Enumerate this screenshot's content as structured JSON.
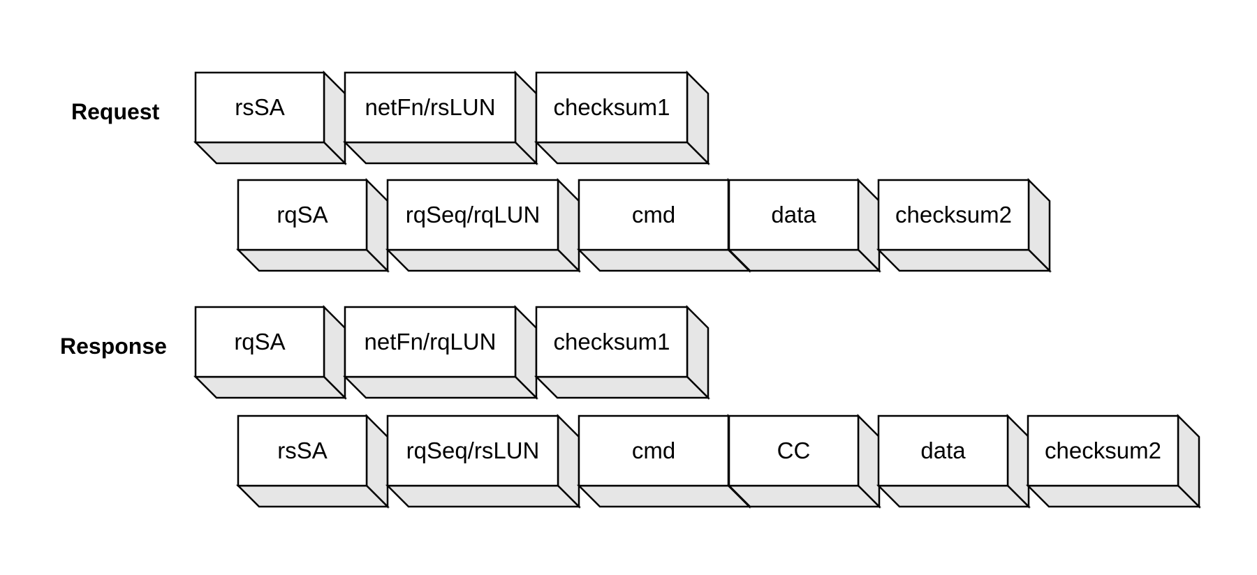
{
  "labels": {
    "request": "Request",
    "response": "Response"
  },
  "rows": [
    {
      "id": "request-row-1",
      "cells": [
        "rsSA",
        "netFn/rsLUN",
        "checksum1"
      ]
    },
    {
      "id": "request-row-2",
      "cells": [
        "rqSA",
        "rqSeq/rqLUN",
        "cmd",
        "data",
        "checksum2"
      ]
    },
    {
      "id": "response-row-1",
      "cells": [
        "rqSA",
        "netFn/rqLUN",
        "checksum1"
      ]
    },
    {
      "id": "response-row-2",
      "cells": [
        "rsSA",
        "rqSeq/rsLUN",
        "cmd",
        "CC",
        "data",
        "checksum2"
      ]
    }
  ],
  "colors": {
    "face": "#ffffff",
    "shade": "#e6e6e6",
    "stroke": "#000000"
  }
}
